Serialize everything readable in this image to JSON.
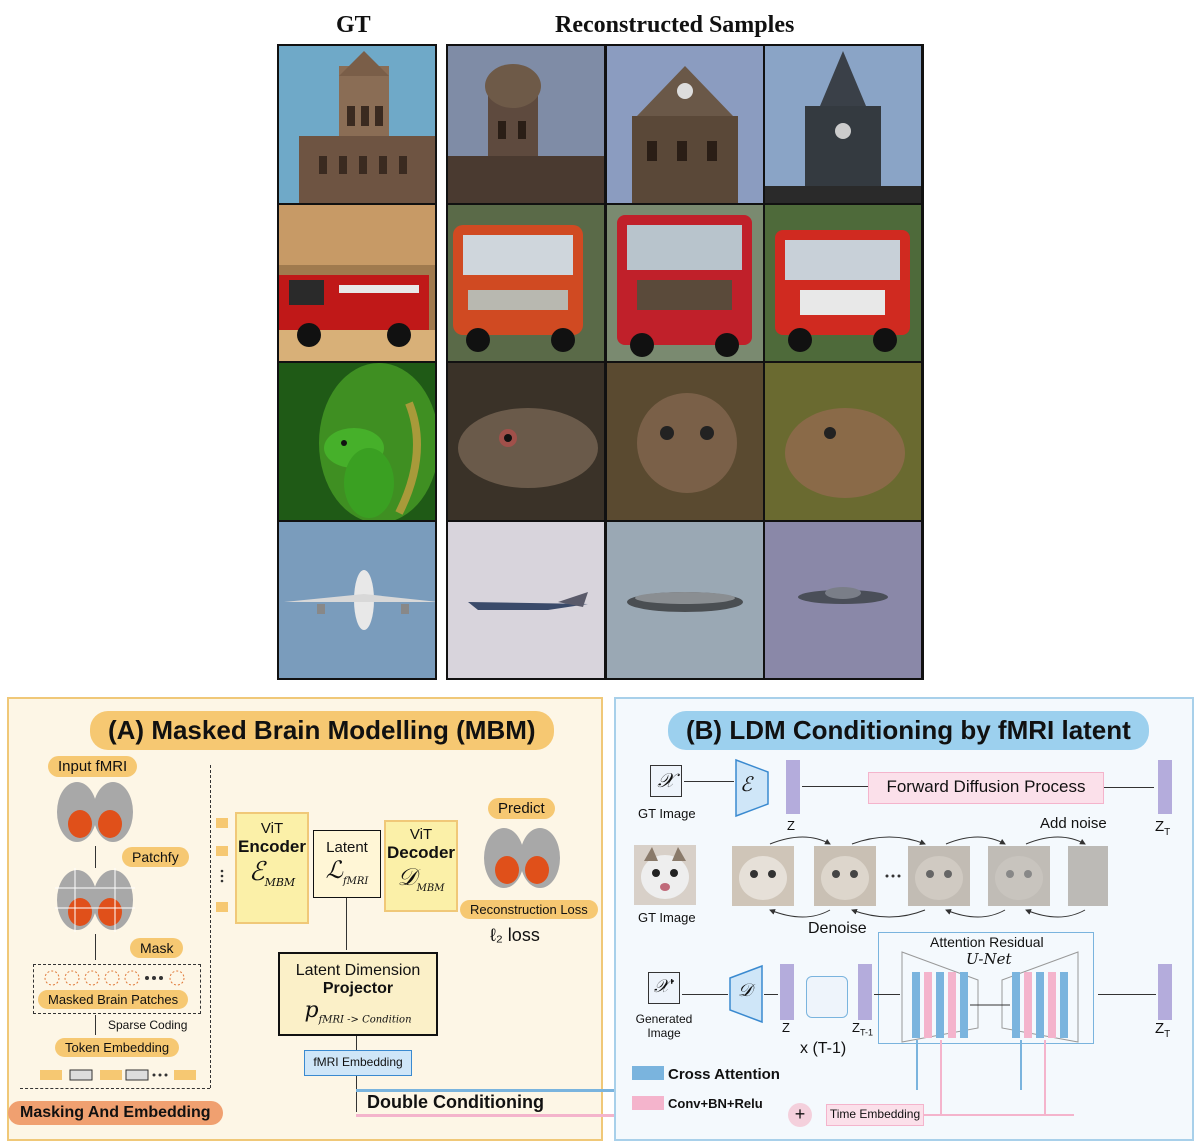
{
  "headers": {
    "gt": "GT",
    "recon": "Reconstructed Samples"
  },
  "rows": [
    {
      "subject": "clock-tower"
    },
    {
      "subject": "fire-truck"
    },
    {
      "subject": "lizard"
    },
    {
      "subject": "airplane"
    }
  ],
  "panelA": {
    "title": "(A) Masked Brain Modelling (MBM)",
    "input_fmri": "Input fMRI",
    "patchify": "Patchfy",
    "mask": "Mask",
    "masked_patches": "Masked Brain Patches",
    "sparse_coding": "Sparse Coding",
    "token_embedding": "Token Embedding",
    "masking_embedding": "Masking And Embedding",
    "encoder_vit": "ViT",
    "encoder": "Encoder",
    "encoder_sym": "ℰ",
    "encoder_sub": "MBM",
    "latent": "Latent",
    "latent_sym": "ℒ",
    "latent_sub": "fMRI",
    "decoder_vit": "ViT",
    "decoder": "Decoder",
    "decoder_sym": "𝒟",
    "decoder_sub": "MBM",
    "predict": "Predict",
    "recon_loss": "Reconstruction Loss",
    "l2_loss": "ℓ₂ loss",
    "ldp_line1": "Latent Dimension",
    "ldp_line2": "Projector",
    "ldp_sym": "p",
    "ldp_sub": "fMRI -> Condition",
    "fmri_embedding": "fMRI Embedding",
    "double_conditioning": "Double Conditioning"
  },
  "panelB": {
    "title": "(B) LDM Conditioning by fMRI latent",
    "x_sym": "𝒳",
    "e_sym": "ℰ",
    "gt_image": "GT Image",
    "z": "Z",
    "forward_diffusion": "Forward Diffusion Process",
    "zt": "Z",
    "zt_sub": "T",
    "add_noise": "Add noise",
    "gt_image2": "GT Image",
    "ellipsis": "···",
    "denoise": "Denoise",
    "attn_residual": "Attention Residual",
    "unet": "U-Net",
    "x_gen_sym": "𝒳'",
    "d_sym": "𝒟",
    "generated_image": "Generated Image",
    "z2": "Z",
    "zt1": "Z",
    "zt1_sub": "T-1",
    "loop": "x (T-1)",
    "zt3": "Z",
    "zt3_sub": "T",
    "cross_attention": "Cross Attention",
    "conv_bn_relu": "Conv+BN+Relu",
    "plus": "+",
    "time_embedding": "Time Embedding"
  },
  "colors": {
    "panelA_border": "#f0c878",
    "panelB_border": "#a8d0ea",
    "cross": "#7ab4de",
    "conv": "#f4b4cc",
    "pill": "#f6c872"
  }
}
